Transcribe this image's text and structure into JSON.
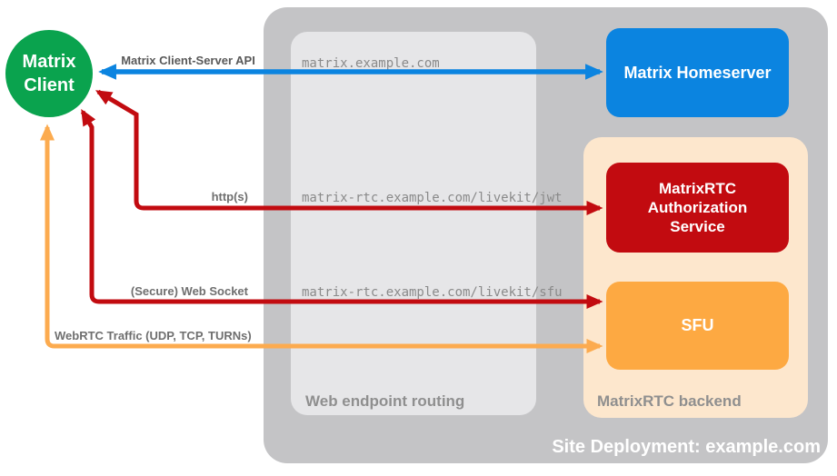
{
  "diagram": {
    "client": {
      "lines": [
        "Matrix",
        "Client"
      ]
    },
    "homeserver": {
      "label": "Matrix Homeserver"
    },
    "auth_service": {
      "lines": [
        "MatrixRTC",
        "Authorization",
        "Service"
      ]
    },
    "sfu": {
      "label": "SFU"
    },
    "routing_box": {
      "label": "Web endpoint routing"
    },
    "backend_box": {
      "label": "MatrixRTC backend"
    },
    "site_container": {
      "label": "Site Deployment: example.com"
    },
    "endpoints": {
      "homeserver": "matrix.example.com",
      "jwt": "matrix-rtc.example.com/livekit/jwt",
      "sfu": "matrix-rtc.example.com/livekit/sfu"
    },
    "arrows": {
      "api": {
        "label": "Matrix Client-Server API",
        "color": "#0b84e0",
        "bidirectional": true
      },
      "http": {
        "label": "http(s)",
        "color": "#c20b10",
        "bidirectional": true
      },
      "ws": {
        "label": "(Secure) Web Socket",
        "color": "#c20b10",
        "bidirectional": true
      },
      "webrtc": {
        "label": "WebRTC Traffic (UDP, TCP, TURNs)",
        "color": "#fcab4f",
        "bidirectional": true
      }
    },
    "colors": {
      "client_green": "#0aa34e",
      "homeserver_blue": "#0b84e0",
      "auth_red": "#c20b10",
      "sfu_orange": "#fda942",
      "backend_peach": "#fde7cd",
      "site_gray": "#c4c4c6",
      "routing_gray": "#e6e6e8"
    }
  }
}
